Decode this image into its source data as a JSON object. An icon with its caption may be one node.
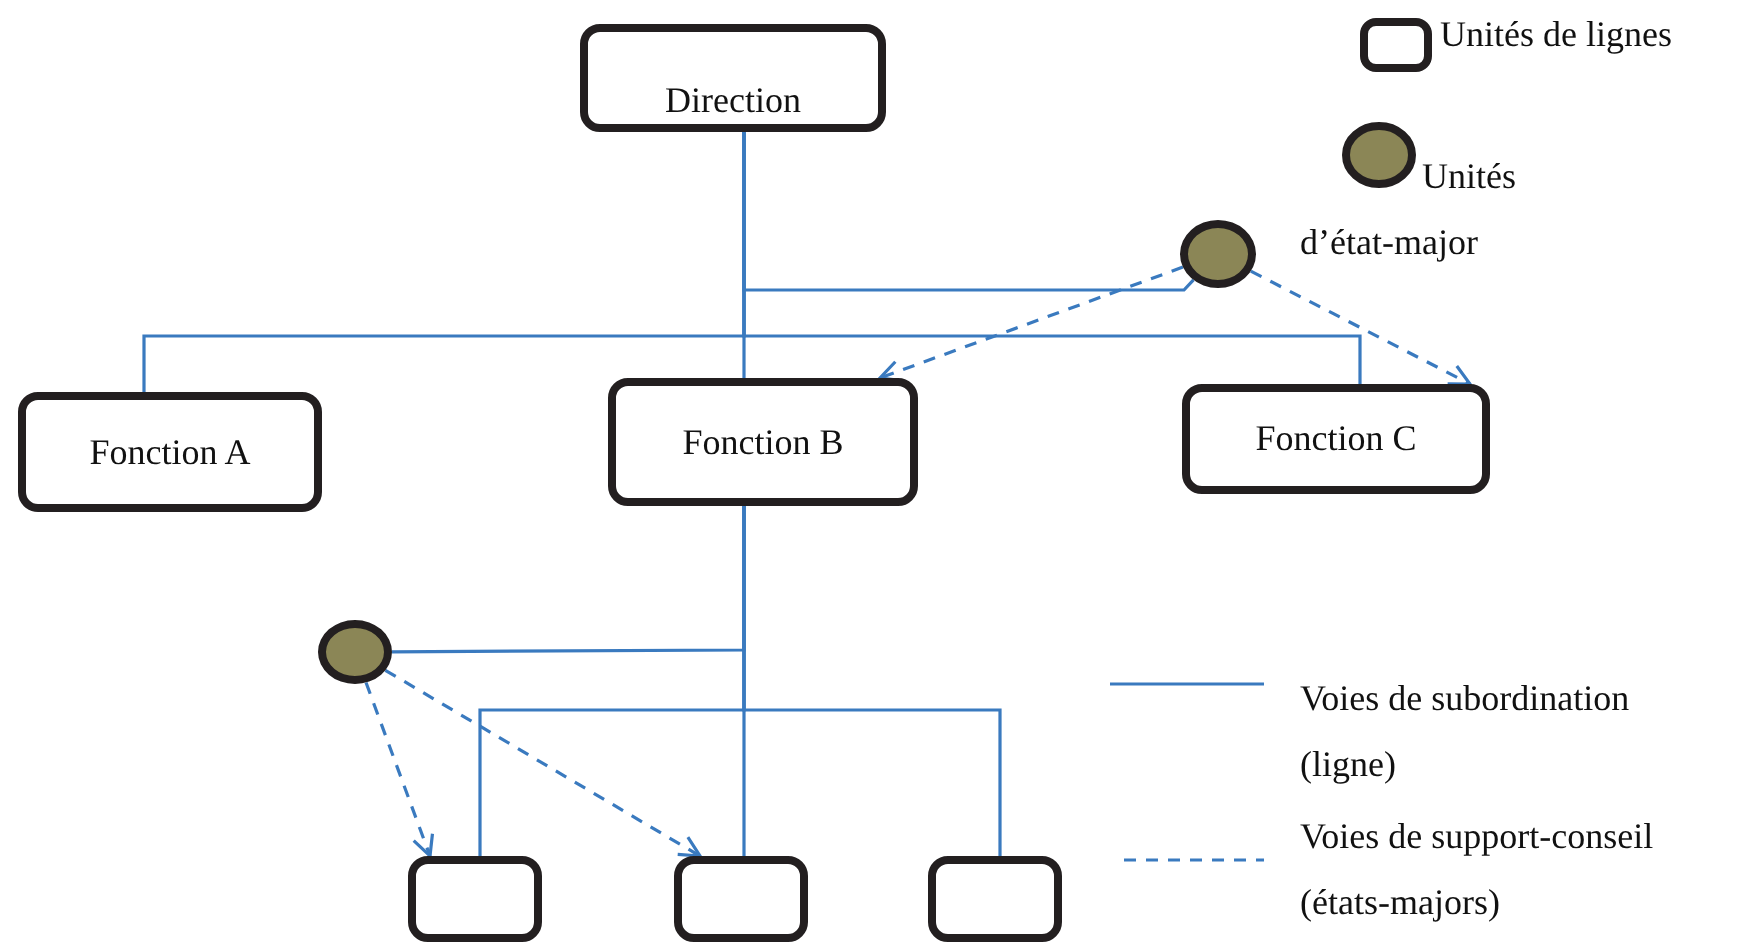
{
  "diagram": {
    "nodes": [
      {
        "text": [
          "Direction"
        ]
      },
      {
        "text": [],
        "shape": "circle"
      },
      {
        "text": [
          "Fonction A"
        ]
      },
      {
        "text": [
          "Fonction B"
        ]
      },
      {
        "text": [
          "Fonction C"
        ]
      },
      {
        "text": [],
        "shape": "circle"
      },
      {
        "text": [],
        "shape": "box"
      },
      {
        "text": [],
        "shape": "box"
      },
      {
        "text": [],
        "shape": "box"
      }
    ],
    "edges": [
      {
        "from": 0,
        "to": 1,
        "arrow": "none"
      },
      {
        "from": 0,
        "to": 2,
        "arrow": "none"
      },
      {
        "from": 0,
        "to": 3,
        "arrow": "none"
      },
      {
        "from": 0,
        "to": 4,
        "arrow": "none"
      },
      {
        "from": 1,
        "to": 3,
        "arrow": "to",
        "style": "dashed"
      },
      {
        "from": 1,
        "to": 4,
        "arrow": "to",
        "style": "dashed"
      },
      {
        "from": 3,
        "to": 5,
        "arrow": "none"
      },
      {
        "from": 3,
        "to": 6,
        "arrow": "none"
      },
      {
        "from": 3,
        "to": 7,
        "arrow": "none"
      },
      {
        "from": 3,
        "to": 8,
        "arrow": "none"
      },
      {
        "from": 5,
        "to": 6,
        "arrow": "to",
        "style": "dashed"
      },
      {
        "from": 5,
        "to": 7,
        "arrow": "to",
        "style": "dashed"
      }
    ],
    "legend": [
      {
        "text": "Unités de lignes"
      },
      {
        "text": "Unités d’état-major"
      },
      {
        "text": "Voies de subordination (ligne)"
      },
      {
        "text": "Voies de support-conseil (états-majors)"
      }
    ]
  }
}
